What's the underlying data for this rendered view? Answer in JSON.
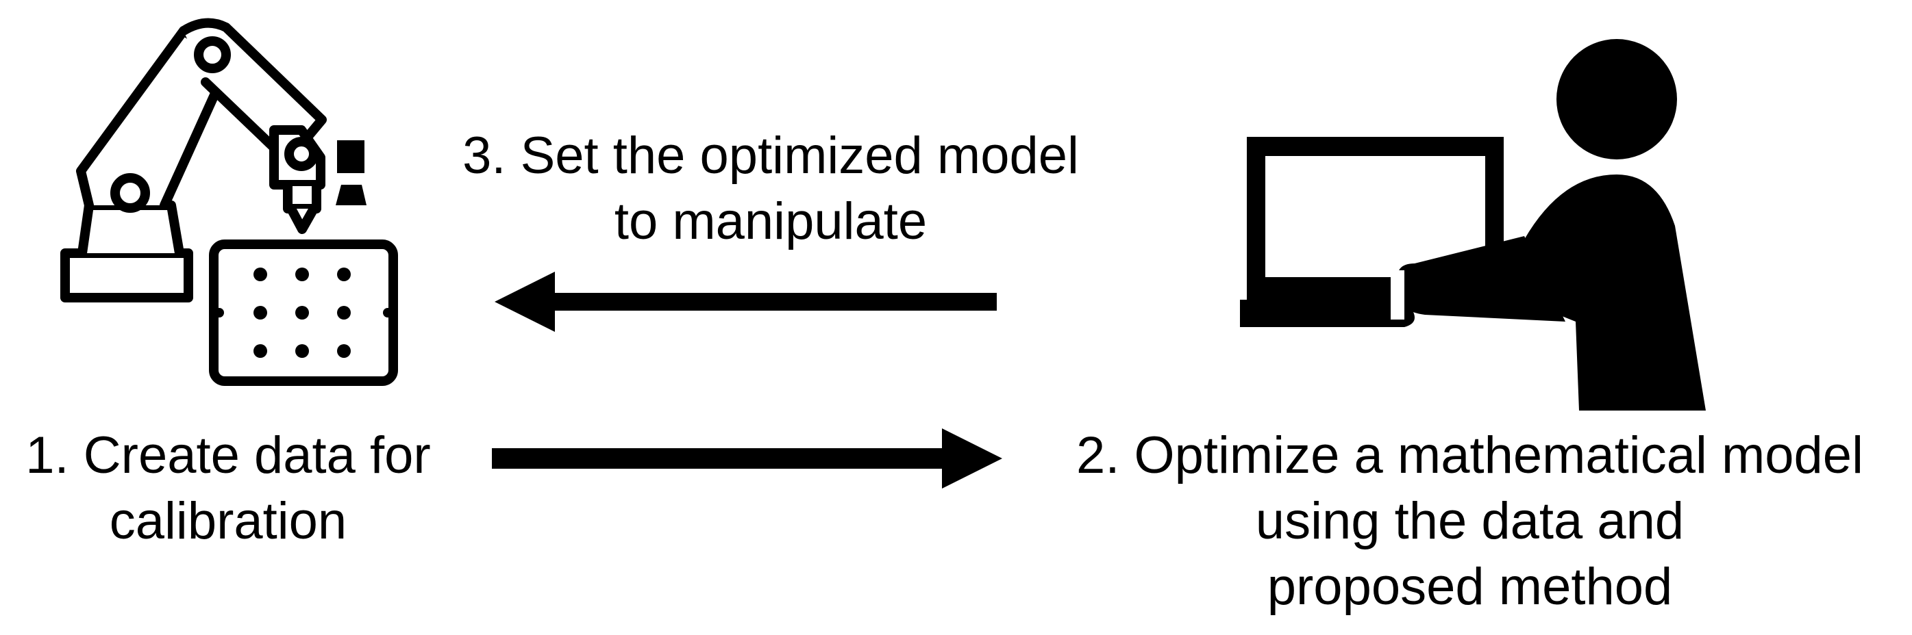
{
  "steps": {
    "step1": {
      "lines": [
        "1. Create data for",
        "calibration"
      ]
    },
    "step2": {
      "lines": [
        "2. Optimize a mathematical model",
        "using the data and",
        "proposed method"
      ]
    },
    "step3": {
      "lines": [
        "3. Set the optimized model",
        "to manipulate"
      ]
    }
  },
  "icons": {
    "left": "robot-arm-with-calibration-tablet-icon",
    "right": "person-using-laptop-icon"
  },
  "colors": {
    "ink": "#000000",
    "background": "#ffffff"
  }
}
